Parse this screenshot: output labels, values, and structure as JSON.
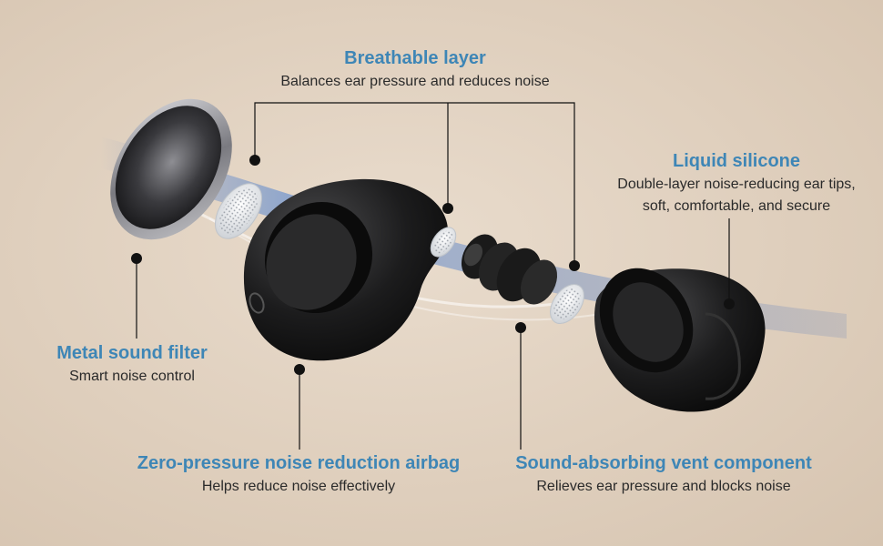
{
  "callouts": {
    "breathable_layer": {
      "title": "Breathable layer",
      "description": "Balances ear pressure and reduces noise"
    },
    "liquid_silicone": {
      "title": "Liquid silicone",
      "description": "Double-layer noise-reducing ear tips, soft, comfortable, and secure"
    },
    "metal_sound_filter": {
      "title": "Metal sound filter",
      "description": "Smart noise control"
    },
    "airbag": {
      "title": "Zero-pressure noise reduction airbag",
      "description": "Helps reduce noise effectively"
    },
    "vent_component": {
      "title": "Sound-absorbing vent component",
      "description": "Relieves ear pressure and blocks noise"
    }
  },
  "liquid_silicone_desc_lines": [
    "Double-layer noise-reducing ear tips,",
    "soft, comfortable, and secure"
  ],
  "colors": {
    "title": "#3e86b6",
    "text": "#2a2a2a",
    "background": "#e4d6c6",
    "product": "#1b1b1b",
    "leader": "#111111"
  }
}
